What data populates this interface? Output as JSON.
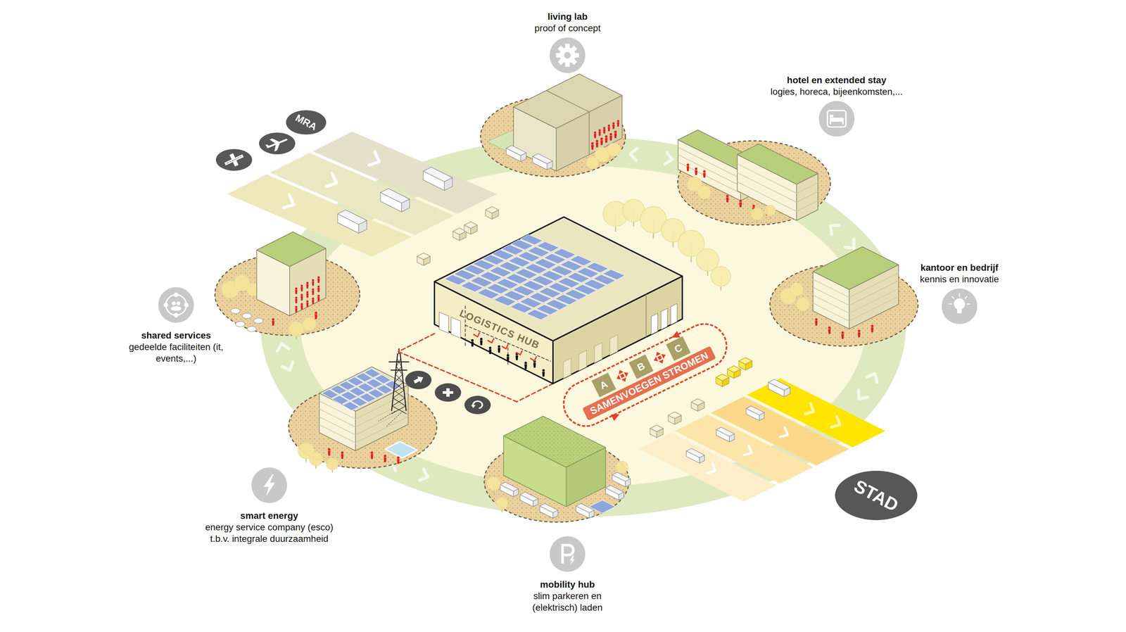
{
  "diagram": {
    "nodes": [
      {
        "text": [
          "living lab",
          "proof of concept"
        ]
      },
      {
        "text": [
          "hotel en extended stay",
          "logies, horeca, bijeenkomsten,..."
        ]
      },
      {
        "text": [
          "kantoor en bedrijf",
          "kennis en innovatie"
        ]
      },
      {
        "text": [
          "shared services",
          "gedeelde faciliteiten (it, events,...)"
        ]
      },
      {
        "text": [
          "smart energy",
          "energy service company (esco) t.b.v. integrale duurzaamheid"
        ]
      },
      {
        "text": [
          "mobility hub",
          "slim parkeren en (elektrisch) laden"
        ]
      },
      {
        "text": [
          "LOGISTICS HUB"
        ]
      },
      {
        "text": [
          "SAMENVOEGEN STROMEN"
        ]
      },
      {
        "text": [
          "A"
        ],
        "in": 7
      },
      {
        "text": [
          "B"
        ],
        "in": 7
      },
      {
        "text": [
          "C"
        ],
        "in": 7
      },
      {
        "text": [
          "MRA"
        ]
      },
      {
        "text": [
          "STAD"
        ]
      }
    ]
  }
}
